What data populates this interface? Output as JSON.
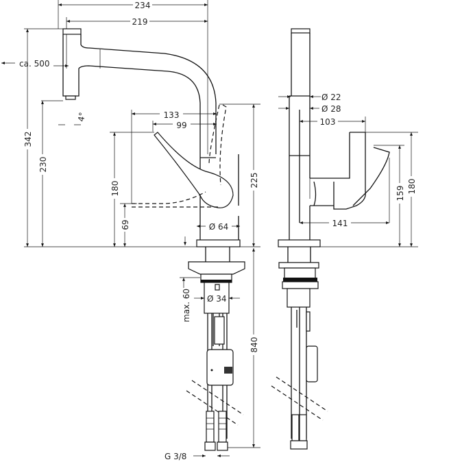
{
  "title": "Faucet dimension drawing",
  "dimensions": {
    "overall_width": "234",
    "spout_reach": "219",
    "hose_length": "ca. 500",
    "spray_angle": "4°",
    "total_height": "342",
    "spout_height": "230",
    "lever_height": "180",
    "lever_low_height": "69",
    "lever_reach_133": "133",
    "lever_reach_99": "99",
    "lever_top_height": "225",
    "base_diameter": "Ø 64",
    "spout_diameter": "Ø 22",
    "body_diameter": "Ø 28",
    "side_lever_reach": "103",
    "side_lever_width": "141",
    "side_height_159": "159",
    "side_height_180": "180",
    "max_counter_thickness": "max. 60",
    "shank_diameter": "Ø 34",
    "supply_length": "840",
    "connection_thread": "G 3/8"
  }
}
